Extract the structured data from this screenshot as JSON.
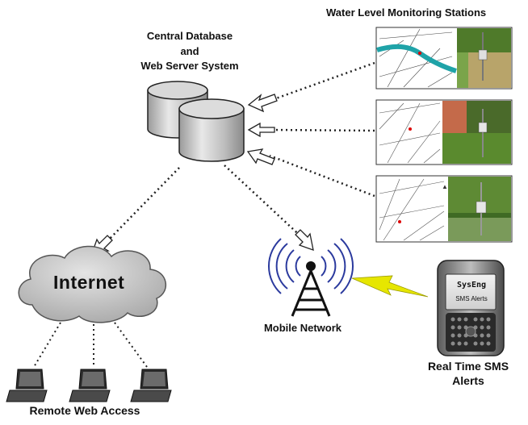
{
  "stations_title": "Water Level Monitoring Stations",
  "database": {
    "line1": "Central Database",
    "line2": "and",
    "line3": "Web Server System"
  },
  "internet_label": "Internet",
  "mobile_network_label": "Mobile Network",
  "sms_label": {
    "line1": "Real Time SMS",
    "line2": "Alerts"
  },
  "remote_access_label": "Remote Web Access",
  "phone_screen": {
    "line1": "SysEng",
    "line2": "SMS Alerts"
  },
  "colors": {
    "water": "#1fa3a8",
    "lightning": "#e6e600",
    "antenna_waves": "#2b3a9e",
    "grass": "#5a8a2e",
    "cloud": "#c8c8c8"
  }
}
